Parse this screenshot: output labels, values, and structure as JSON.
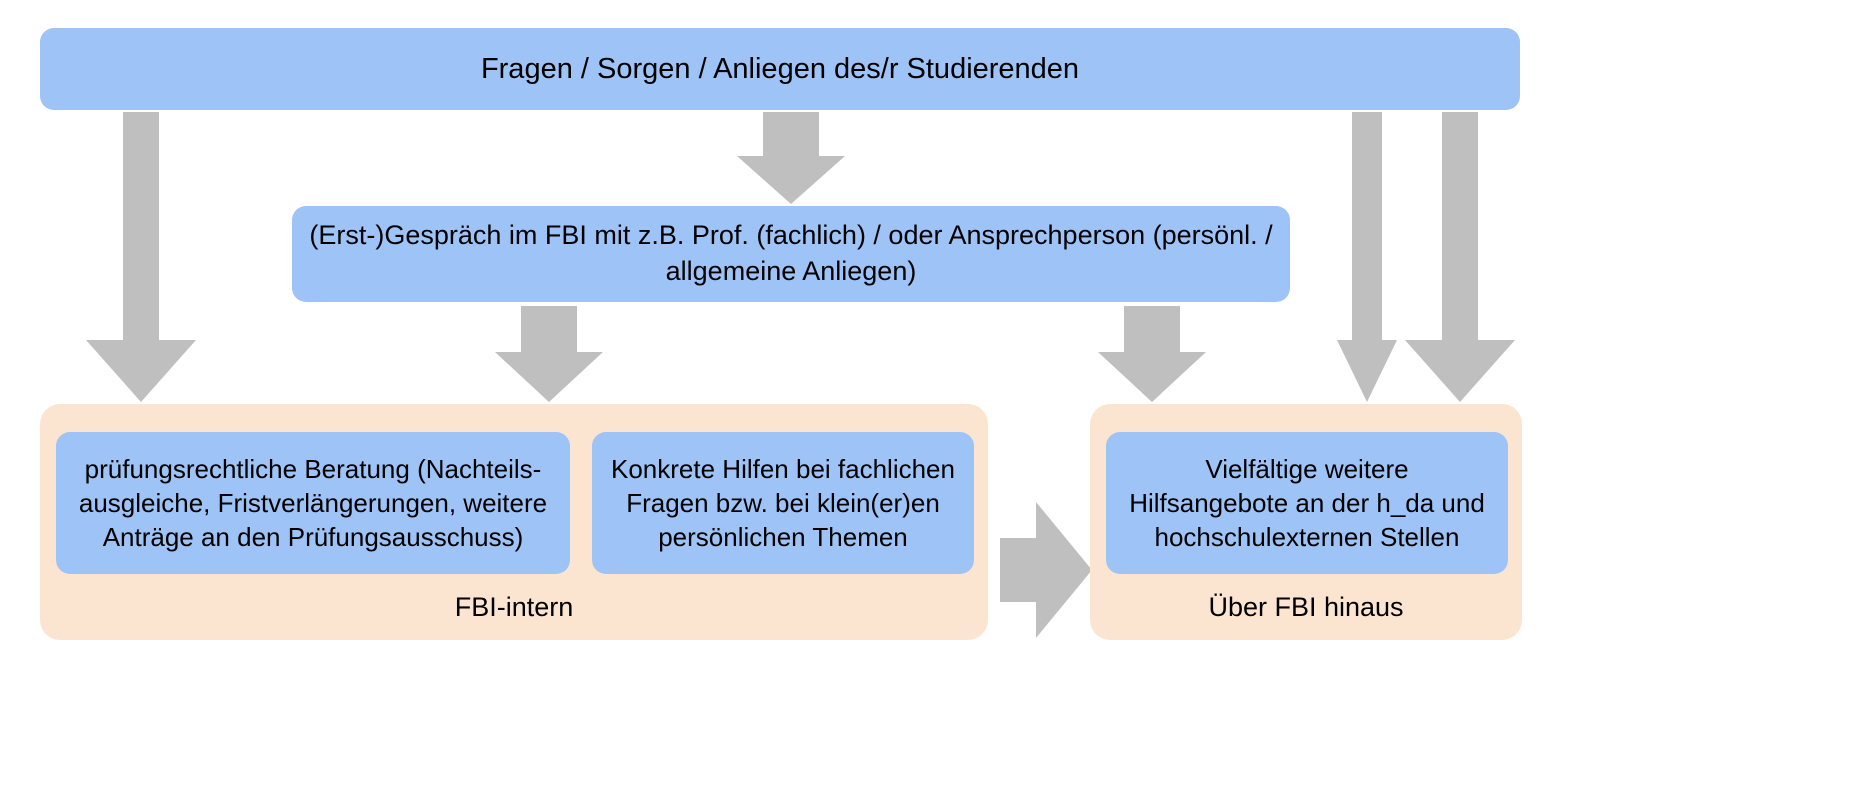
{
  "diagram": {
    "title_box": {
      "text": "Fragen / Sorgen / Anliegen des/r Studierenden",
      "color": "#9DC3F7"
    },
    "consult_box": {
      "text": "(Erst-)Gespräch im FBI mit z.B. Prof. (fachlich) / oder Ansprechperson (persönl. / allgemeine Anliegen)",
      "color": "#9DC3F7"
    },
    "groups": [
      {
        "id": "internal",
        "label": "FBI-intern",
        "color": "#FBE5D0",
        "boxes": [
          {
            "id": "exam-advice",
            "text": "prüfungsrechtliche Beratung (Nachteils-\nausgleiche, Fristverlängerungen, weitere\nAnträge an den Prüfungsausschuss)",
            "color": "#9DC3F7"
          },
          {
            "id": "concrete-help",
            "text": "Konkrete Hilfen bei fachlichen\nFragen bzw. bei klein(er)en\npersönlichen Themen",
            "color": "#9DC3F7"
          }
        ]
      },
      {
        "id": "external",
        "label": "Über FBI hinaus",
        "color": "#FBE5D0",
        "boxes": [
          {
            "id": "further-offers",
            "text": "Vielfältige weitere\nHilfsangebote an der h_da und\nhochschulexternen Stellen",
            "color": "#9DC3F7"
          }
        ]
      }
    ],
    "arrows": {
      "color": "#BFBFBF",
      "items": [
        {
          "name": "arrow-title-to-exam-advice",
          "direction": "down"
        },
        {
          "name": "arrow-title-to-consult",
          "direction": "down"
        },
        {
          "name": "arrow-title-to-external-a",
          "direction": "down"
        },
        {
          "name": "arrow-title-to-external-b",
          "direction": "down"
        },
        {
          "name": "arrow-consult-to-concrete-help",
          "direction": "down"
        },
        {
          "name": "arrow-consult-to-external",
          "direction": "down"
        },
        {
          "name": "arrow-internal-to-external",
          "direction": "right"
        }
      ]
    }
  }
}
